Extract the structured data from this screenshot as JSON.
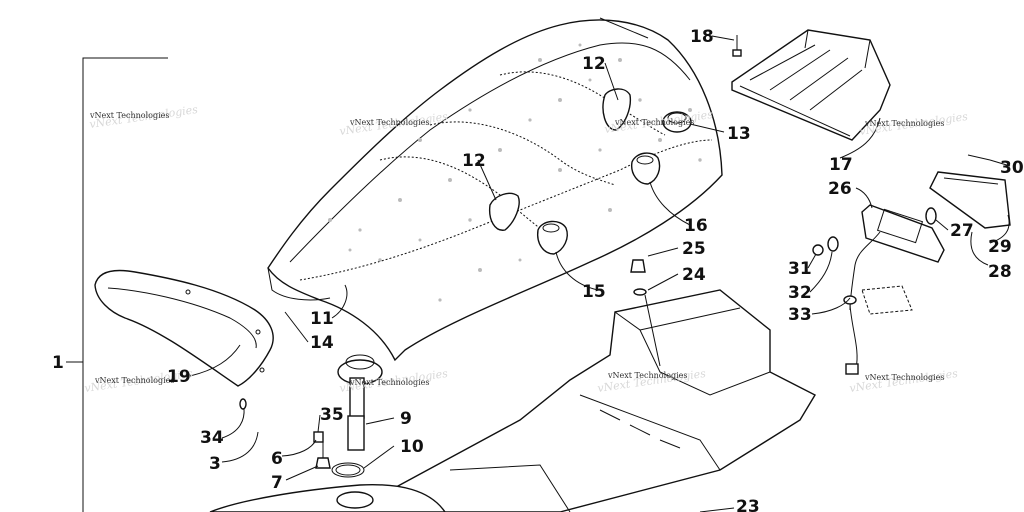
{
  "watermark": "vNext Technologies",
  "callouts": {
    "c1": "1",
    "c3": "3",
    "c6": "6",
    "c7": "7",
    "c9": "9",
    "c10": "10",
    "c11": "11",
    "c12a": "12",
    "c12b": "12",
    "c13": "13",
    "c14": "14",
    "c15": "15",
    "c16": "16",
    "c17": "17",
    "c18": "18",
    "c19": "19",
    "c23": "23",
    "c24": "24",
    "c25": "25",
    "c26": "26",
    "c27": "27",
    "c28": "28",
    "c29": "29",
    "c30": "30",
    "c31": "31",
    "c32": "32",
    "c33": "33",
    "c34": "34",
    "c35": "35"
  }
}
